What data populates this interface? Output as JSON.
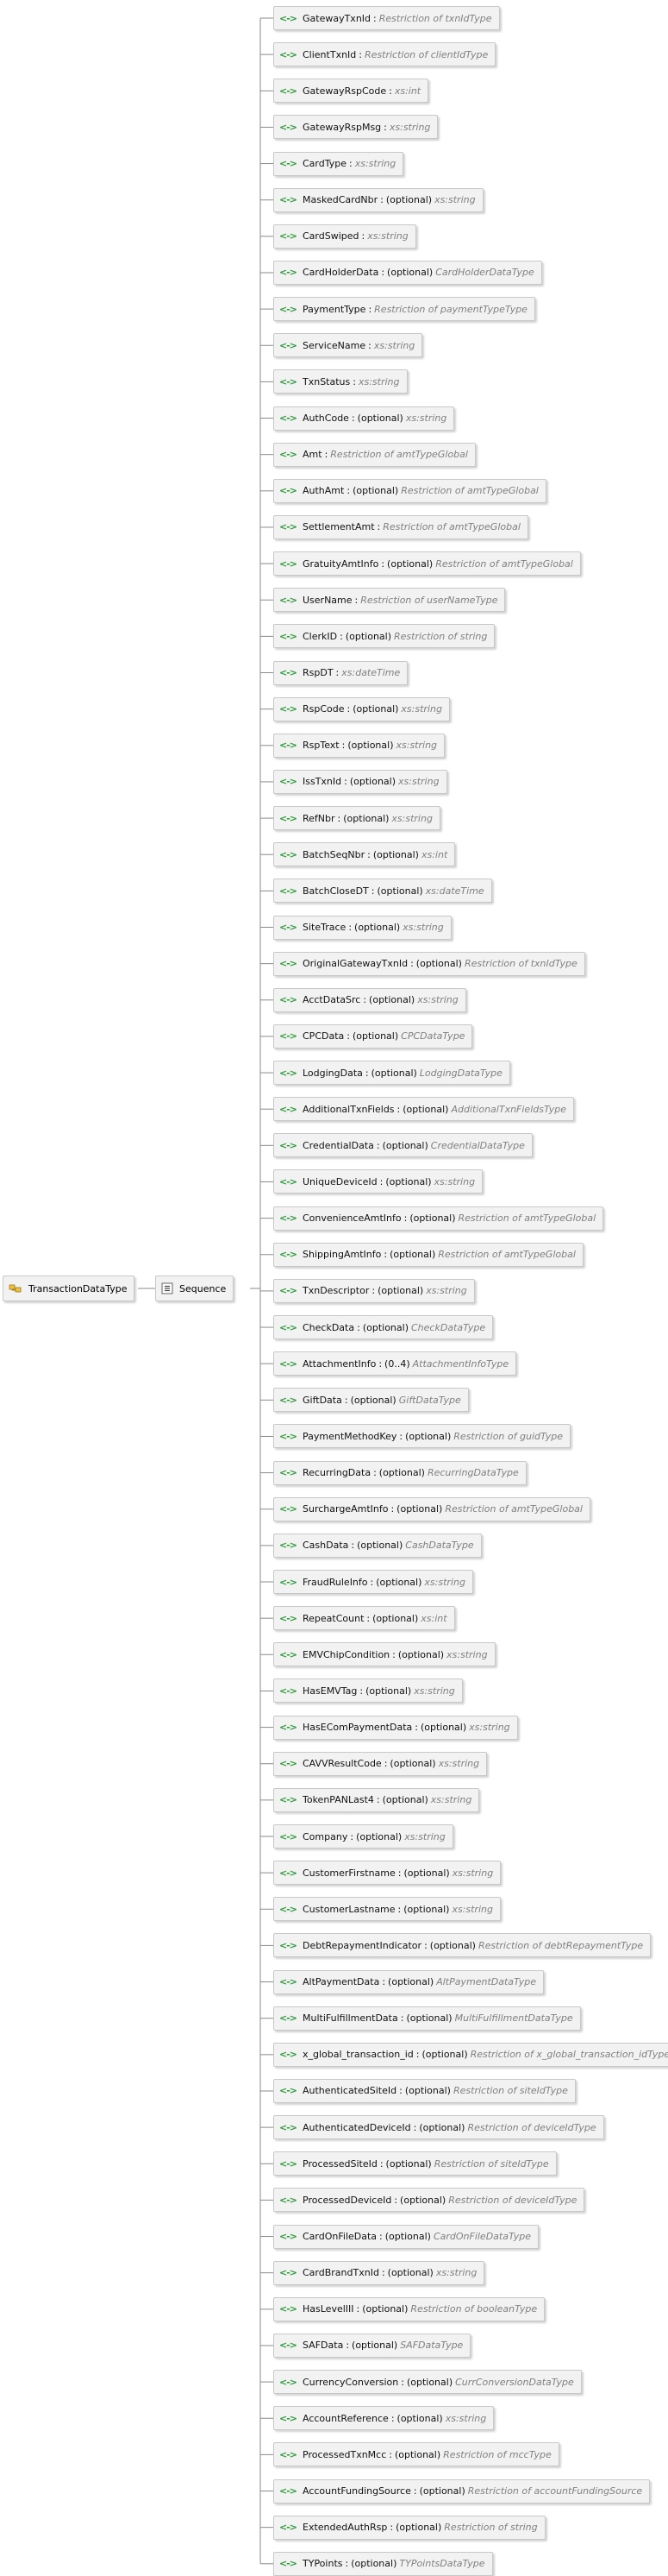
{
  "root": {
    "name": "TransactionDataType",
    "icon": "complex-type-icon"
  },
  "compositor": {
    "label": "Sequence",
    "icon": "sequence-icon"
  },
  "elements": [
    {
      "name": "GatewayTxnId",
      "optional": "",
      "type": "Restriction of txnIdType"
    },
    {
      "name": "ClientTxnId",
      "optional": "",
      "type": "Restriction of clientIdType"
    },
    {
      "name": "GatewayRspCode",
      "optional": "",
      "type": "xs:int"
    },
    {
      "name": "GatewayRspMsg",
      "optional": "",
      "type": "xs:string"
    },
    {
      "name": "CardType",
      "optional": "",
      "type": "xs:string"
    },
    {
      "name": "MaskedCardNbr",
      "optional": "(optional)",
      "type": "xs:string"
    },
    {
      "name": "CardSwiped",
      "optional": "",
      "type": "xs:string"
    },
    {
      "name": "CardHolderData",
      "optional": "(optional)",
      "type": "CardHolderDataType"
    },
    {
      "name": "PaymentType",
      "optional": "",
      "type": "Restriction of paymentTypeType"
    },
    {
      "name": "ServiceName",
      "optional": "",
      "type": "xs:string"
    },
    {
      "name": "TxnStatus",
      "optional": "",
      "type": "xs:string"
    },
    {
      "name": "AuthCode",
      "optional": "(optional)",
      "type": "xs:string"
    },
    {
      "name": "Amt",
      "optional": "",
      "type": "Restriction of amtTypeGlobal"
    },
    {
      "name": "AuthAmt",
      "optional": "(optional)",
      "type": "Restriction of amtTypeGlobal"
    },
    {
      "name": "SettlementAmt",
      "optional": "",
      "type": "Restriction of amtTypeGlobal"
    },
    {
      "name": "GratuityAmtInfo",
      "optional": "(optional)",
      "type": "Restriction of amtTypeGlobal"
    },
    {
      "name": "UserName",
      "optional": "",
      "type": "Restriction of userNameType"
    },
    {
      "name": "ClerkID",
      "optional": "(optional)",
      "type": "Restriction of string"
    },
    {
      "name": "RspDT",
      "optional": "",
      "type": "xs:dateTime"
    },
    {
      "name": "RspCode",
      "optional": "(optional)",
      "type": "xs:string"
    },
    {
      "name": "RspText",
      "optional": "(optional)",
      "type": "xs:string"
    },
    {
      "name": "IssTxnId",
      "optional": "(optional)",
      "type": "xs:string"
    },
    {
      "name": "RefNbr",
      "optional": "(optional)",
      "type": "xs:string"
    },
    {
      "name": "BatchSeqNbr",
      "optional": "(optional)",
      "type": "xs:int"
    },
    {
      "name": "BatchCloseDT",
      "optional": "(optional)",
      "type": "xs:dateTime"
    },
    {
      "name": "SiteTrace",
      "optional": "(optional)",
      "type": "xs:string"
    },
    {
      "name": "OriginalGatewayTxnId",
      "optional": "(optional)",
      "type": "Restriction of txnIdType"
    },
    {
      "name": "AcctDataSrc",
      "optional": "(optional)",
      "type": "xs:string"
    },
    {
      "name": "CPCData",
      "optional": "(optional)",
      "type": "CPCDataType"
    },
    {
      "name": "LodgingData",
      "optional": "(optional)",
      "type": "LodgingDataType"
    },
    {
      "name": "AdditionalTxnFields",
      "optional": "(optional)",
      "type": "AdditionalTxnFieldsType"
    },
    {
      "name": "CredentialData",
      "optional": "(optional)",
      "type": "CredentialDataType"
    },
    {
      "name": "UniqueDeviceId",
      "optional": "(optional)",
      "type": "xs:string"
    },
    {
      "name": "ConvenienceAmtInfo",
      "optional": "(optional)",
      "type": "Restriction of amtTypeGlobal"
    },
    {
      "name": "ShippingAmtInfo",
      "optional": "(optional)",
      "type": "Restriction of amtTypeGlobal"
    },
    {
      "name": "TxnDescriptor",
      "optional": "(optional)",
      "type": "xs:string"
    },
    {
      "name": "CheckData",
      "optional": "(optional)",
      "type": "CheckDataType"
    },
    {
      "name": "AttachmentInfo",
      "optional": "(0..4)",
      "type": "AttachmentInfoType"
    },
    {
      "name": "GiftData",
      "optional": "(optional)",
      "type": "GiftDataType"
    },
    {
      "name": "PaymentMethodKey",
      "optional": "(optional)",
      "type": "Restriction of guidType"
    },
    {
      "name": "RecurringData",
      "optional": "(optional)",
      "type": "RecurringDataType"
    },
    {
      "name": "SurchargeAmtInfo",
      "optional": "(optional)",
      "type": "Restriction of amtTypeGlobal"
    },
    {
      "name": "CashData",
      "optional": "(optional)",
      "type": "CashDataType"
    },
    {
      "name": "FraudRuleInfo",
      "optional": "(optional)",
      "type": "xs:string"
    },
    {
      "name": "RepeatCount",
      "optional": "(optional)",
      "type": "xs:int"
    },
    {
      "name": "EMVChipCondition",
      "optional": "(optional)",
      "type": "xs:string"
    },
    {
      "name": "HasEMVTag",
      "optional": "(optional)",
      "type": "xs:string"
    },
    {
      "name": "HasEComPaymentData",
      "optional": "(optional)",
      "type": "xs:string"
    },
    {
      "name": "CAVVResultCode",
      "optional": "(optional)",
      "type": "xs:string"
    },
    {
      "name": "TokenPANLast4",
      "optional": "(optional)",
      "type": "xs:string"
    },
    {
      "name": "Company",
      "optional": "(optional)",
      "type": "xs:string"
    },
    {
      "name": "CustomerFirstname",
      "optional": "(optional)",
      "type": "xs:string"
    },
    {
      "name": "CustomerLastname",
      "optional": "(optional)",
      "type": "xs:string"
    },
    {
      "name": "DebtRepaymentIndicator",
      "optional": "(optional)",
      "type": "Restriction of debtRepaymentType"
    },
    {
      "name": "AltPaymentData",
      "optional": "(optional)",
      "type": "AltPaymentDataType"
    },
    {
      "name": "MultiFulfillmentData",
      "optional": "(optional)",
      "type": "MultiFulfillmentDataType"
    },
    {
      "name": "x_global_transaction_id",
      "optional": "(optional)",
      "type": "Restriction of x_global_transaction_idType"
    },
    {
      "name": "AuthenticatedSiteId",
      "optional": "(optional)",
      "type": "Restriction of siteIdType"
    },
    {
      "name": "AuthenticatedDeviceId",
      "optional": "(optional)",
      "type": "Restriction of deviceIdType"
    },
    {
      "name": "ProcessedSiteId",
      "optional": "(optional)",
      "type": "Restriction of siteIdType"
    },
    {
      "name": "ProcessedDeviceId",
      "optional": "(optional)",
      "type": "Restriction of deviceIdType"
    },
    {
      "name": "CardOnFileData",
      "optional": "(optional)",
      "type": "CardOnFileDataType"
    },
    {
      "name": "CardBrandTxnId",
      "optional": "(optional)",
      "type": "xs:string"
    },
    {
      "name": "HasLevelIII",
      "optional": "(optional)",
      "type": "Restriction of booleanType"
    },
    {
      "name": "SAFData",
      "optional": "(optional)",
      "type": "SAFDataType"
    },
    {
      "name": "CurrencyConversion",
      "optional": "(optional)",
      "type": "CurrConversionDataType"
    },
    {
      "name": "AccountReference",
      "optional": "(optional)",
      "type": "xs:string"
    },
    {
      "name": "ProcessedTxnMcc",
      "optional": "(optional)",
      "type": "Restriction of mccType"
    },
    {
      "name": "AccountFundingSource",
      "optional": "(optional)",
      "type": "Restriction of accountFundingSource"
    },
    {
      "name": "ExtendedAuthRsp",
      "optional": "(optional)",
      "type": "Restriction of string"
    },
    {
      "name": "TYPoints",
      "optional": "(optional)",
      "type": "TYPointsDataType"
    }
  ]
}
